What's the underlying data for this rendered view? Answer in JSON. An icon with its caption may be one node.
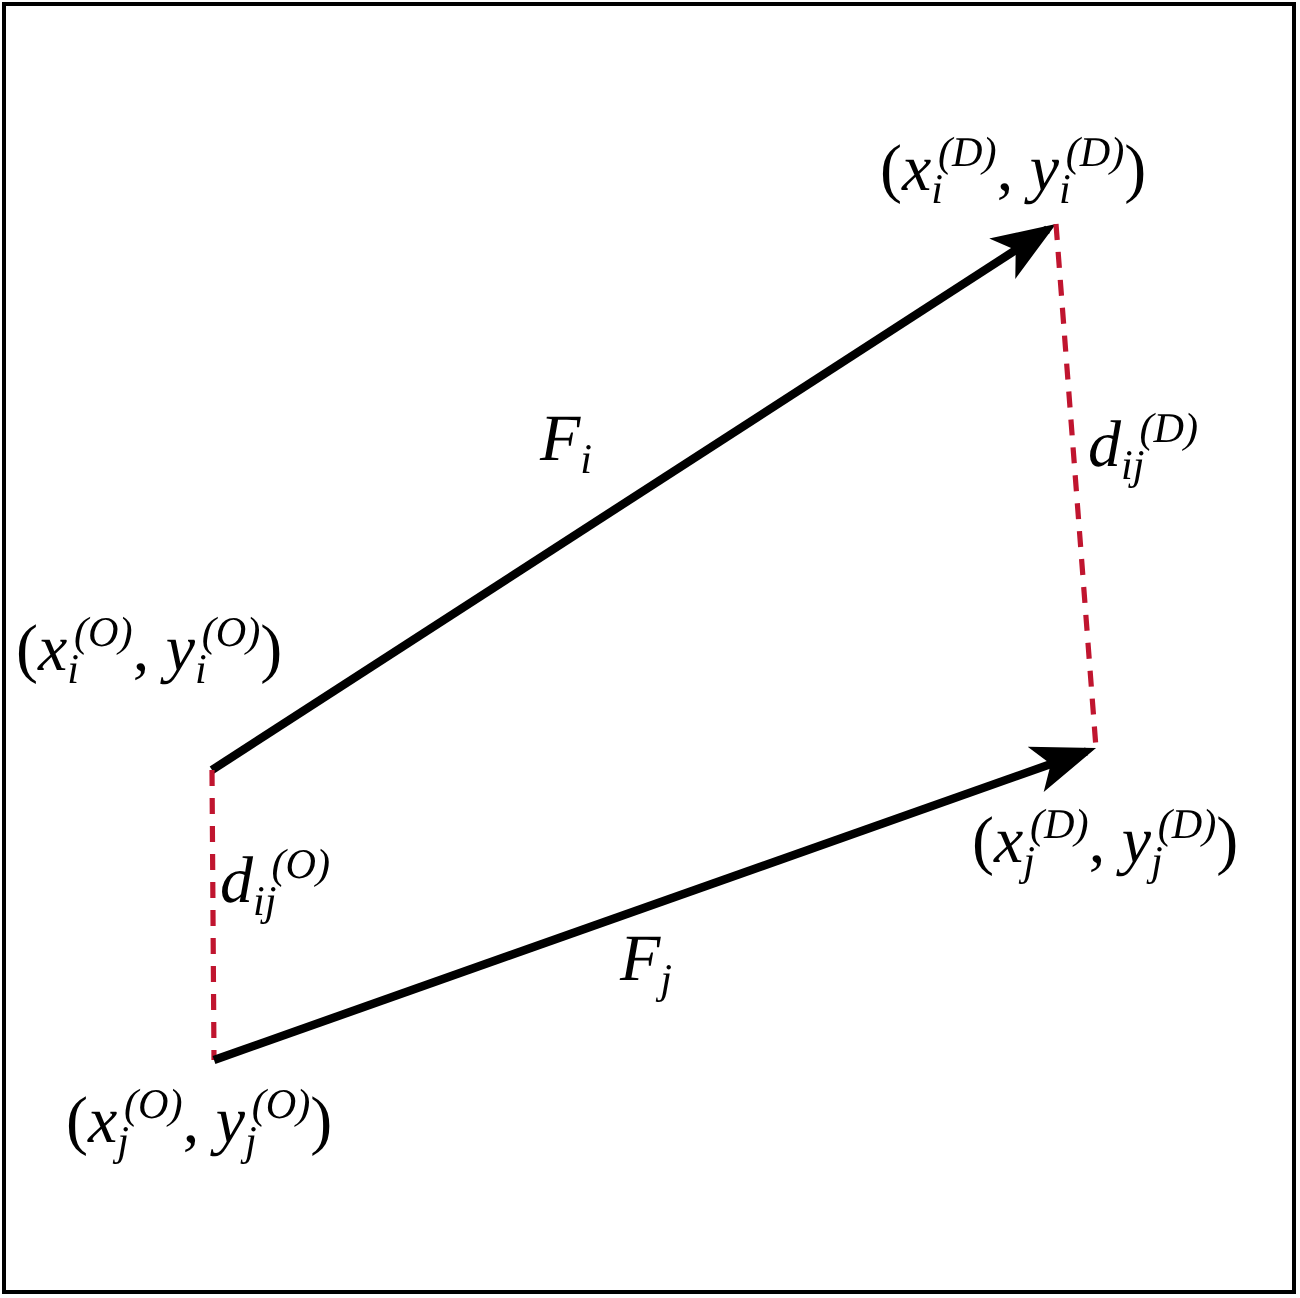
{
  "diagram": {
    "nodes": [
      {
        "text": [
          "(*x*$_{i}$$^{(D)}$, *y*$_{i}$$^{(D)}$)"
        ]
      },
      {
        "text": [
          "(*x*$_{i}$$^{(O)}$, *y*$_{i}$$^{(O)}$)"
        ]
      },
      {
        "text": [
          "(*x*$_{j}$$^{(D)}$, *y*$_{j}$$^{(D)}$)"
        ]
      },
      {
        "text": [
          "(*x*$_{j}$$^{(O)}$, *y*$_{j}$$^{(O)}$)"
        ]
      }
    ],
    "edges": [
      {
        "from": 1,
        "to": 0,
        "arrow": "to",
        "label": "*F*$_{i}$"
      },
      {
        "from": 0,
        "to": 2,
        "arrow": "none",
        "label": "*d*$_{ij}$$^{(D)}$",
        "style": "dashed",
        "color": "#c0152f"
      },
      {
        "from": 1,
        "to": 3,
        "arrow": "none",
        "label": "*d*$_{ij}$$^{(O)}$",
        "style": "dashed",
        "color": "#c0152f"
      },
      {
        "from": 3,
        "to": 2,
        "arrow": "to",
        "label": "*F*$_{j}$"
      }
    ]
  }
}
